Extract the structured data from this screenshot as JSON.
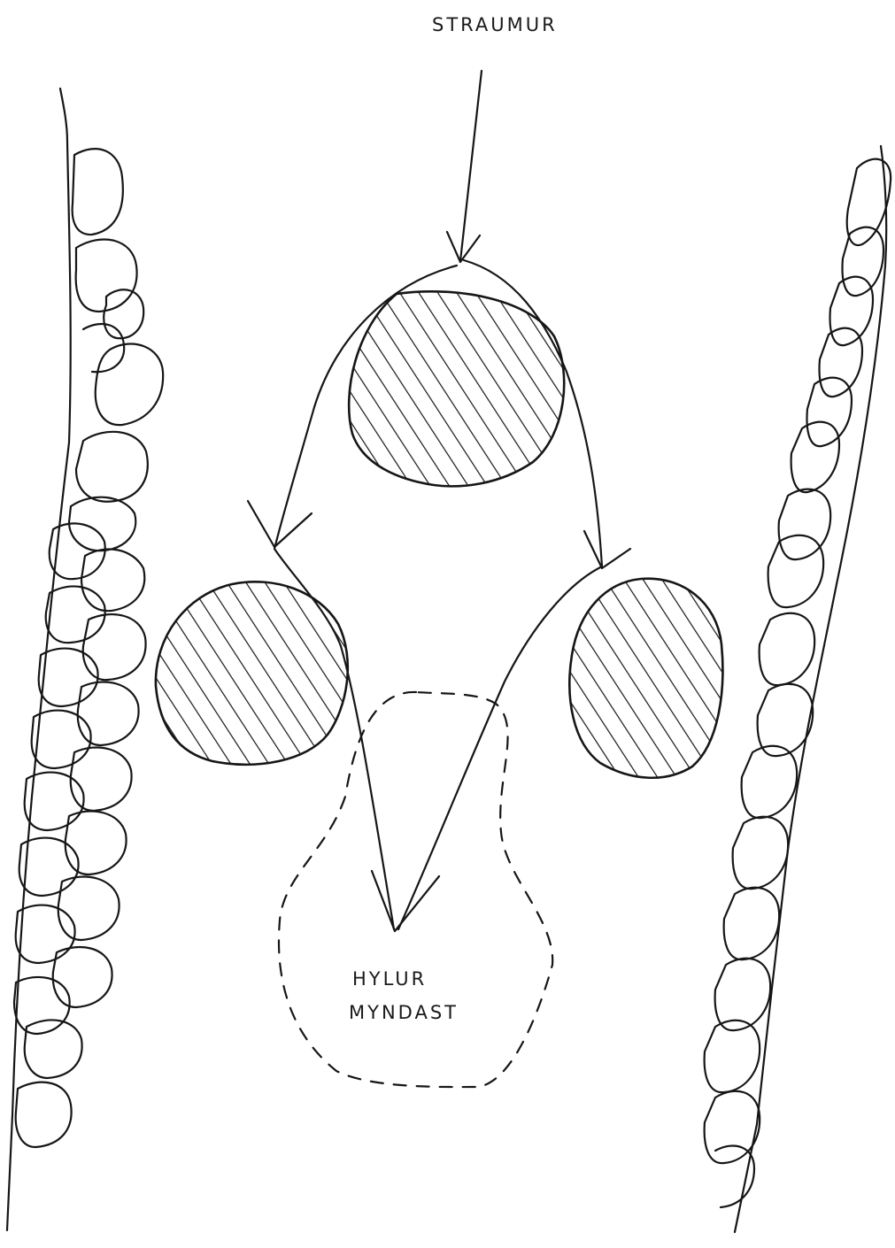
{
  "labels": {
    "flow": "STRAUMUR",
    "zone_line1": "HYLUR",
    "zone_line2": "MYNDAST"
  }
}
